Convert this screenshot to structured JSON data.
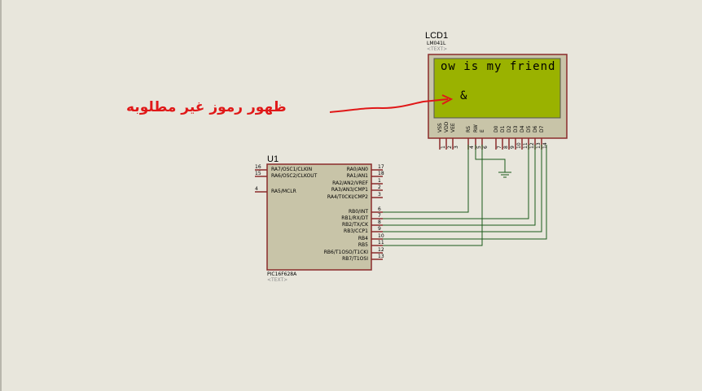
{
  "annotation": {
    "text": "ظهور رموز  غير مطلوبه",
    "color": "#e01818"
  },
  "lcd": {
    "ref": "LCD1",
    "part": "LM041L",
    "text_tag": "<TEXT>",
    "line1": "ow is my friend",
    "line2": "&",
    "pins": [
      "VSS",
      "VDD",
      "VEE",
      "RS",
      "RW",
      "E",
      "D0",
      "D1",
      "D2",
      "D3",
      "D4",
      "D5",
      "D6",
      "D7"
    ],
    "pin_numbers": [
      "1",
      "2",
      "3",
      "4",
      "5",
      "6",
      "7",
      "8",
      "9",
      "10",
      "11",
      "12",
      "13",
      "14"
    ]
  },
  "mcu": {
    "ref": "U1",
    "part": "PIC16F628A",
    "text_tag": "<TEXT>",
    "left_pins": [
      {
        "num": "16",
        "name": "RA7/OSC1/CLKIN"
      },
      {
        "num": "15",
        "name": "RA6/OSC2/CLKOUT"
      },
      {
        "num": "4",
        "name": "RA5/MCLR"
      }
    ],
    "right_pins": [
      {
        "num": "17",
        "name": "RA0/AN0"
      },
      {
        "num": "18",
        "name": "RA1/AN1"
      },
      {
        "num": "1",
        "name": "RA2/AN2/VREF"
      },
      {
        "num": "2",
        "name": "RA3/AN3/CMP1"
      },
      {
        "num": "3",
        "name": "RA4/T0CKI/CMP2"
      },
      {
        "num": "6",
        "name": "RB0/INT"
      },
      {
        "num": "7",
        "name": "RB1/RX/DT"
      },
      {
        "num": "8",
        "name": "RB2/TX/CK"
      },
      {
        "num": "9",
        "name": "RB3/CCP1"
      },
      {
        "num": "10",
        "name": "RB4"
      },
      {
        "num": "11",
        "name": "RB5"
      },
      {
        "num": "12",
        "name": "RB6/T1OSO/T1CKI"
      },
      {
        "num": "13",
        "name": "RB7/T1OSI"
      }
    ]
  }
}
